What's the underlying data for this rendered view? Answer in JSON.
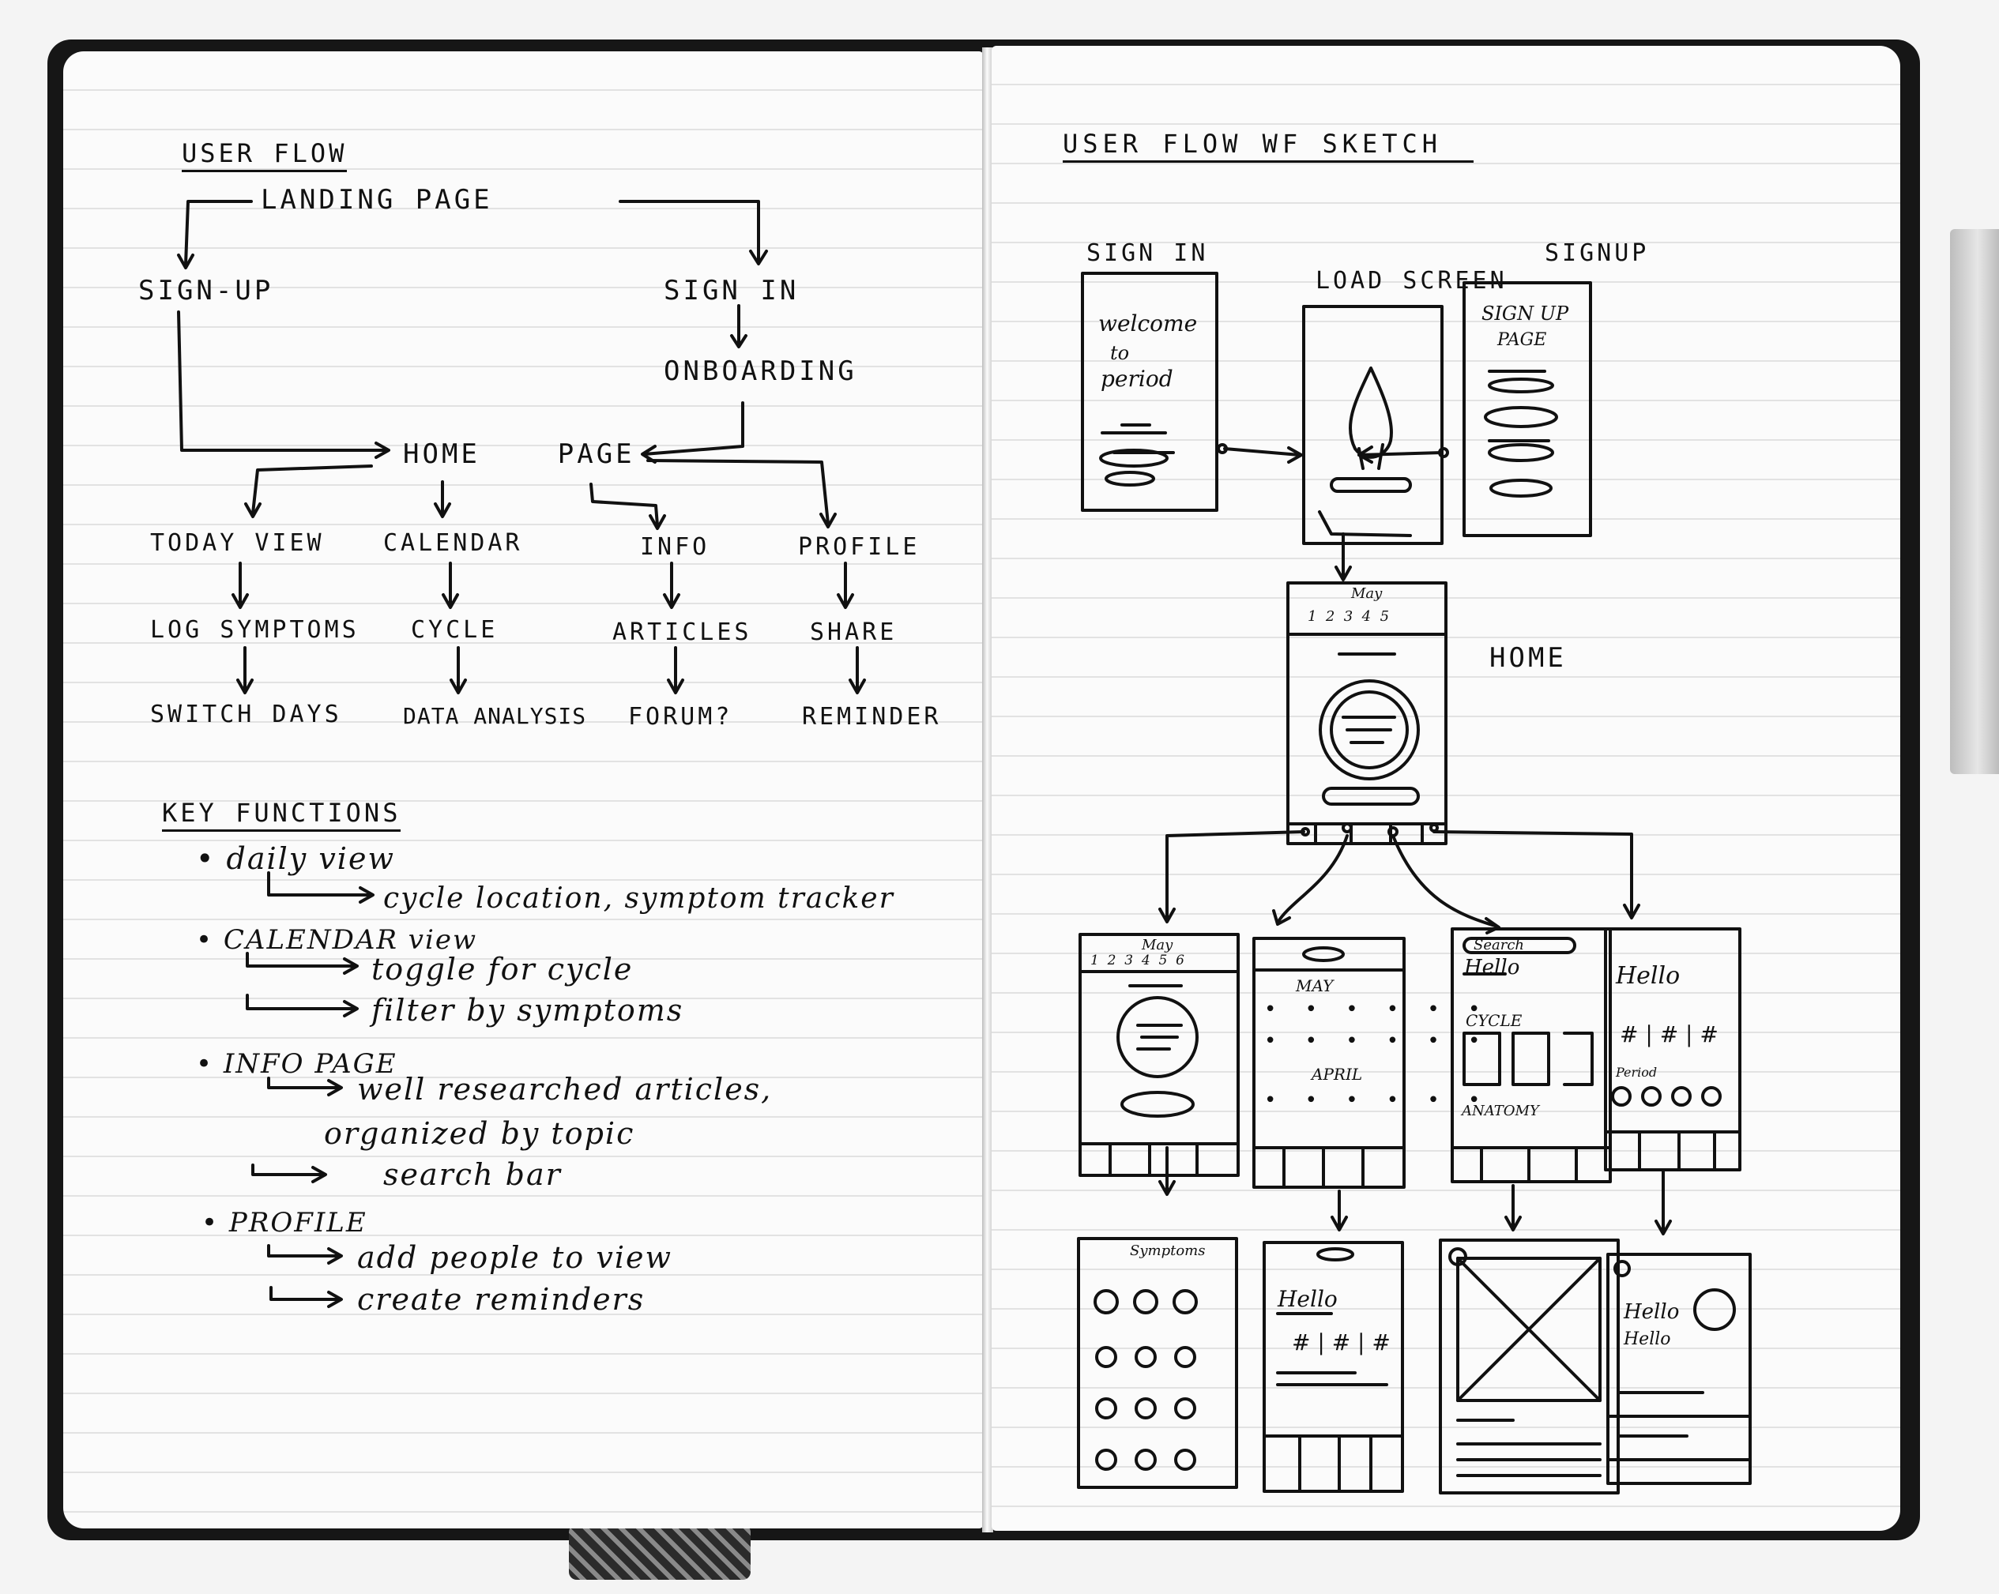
{
  "left_page": {
    "title": "USER FLOW",
    "flow": {
      "landing": "LANDING PAGE",
      "sign_up": "SIGN-UP",
      "sign_in": "SIGN IN",
      "onboarding": "ONBOARDING",
      "home": "HOME    PAGE",
      "branches": [
        {
          "top": "TODAY VIEW",
          "mid": "LOG SYMPTOMS",
          "bottom": "SWITCH DAYS"
        },
        {
          "top": "CALENDAR",
          "mid": "CYCLE",
          "bottom": "DATA ANALYSIS"
        },
        {
          "top": "INFO",
          "mid": "ARTICLES",
          "bottom": "FORUM?"
        },
        {
          "top": "PROFILE",
          "mid": "SHARE",
          "bottom": "REMINDER"
        }
      ]
    },
    "key_functions": {
      "title": "KEY FUNCTIONS",
      "items": [
        {
          "bullet": "daily view",
          "subs": [
            "cycle location, symptom tracker"
          ]
        },
        {
          "bullet": "CALENDAR view",
          "subs": [
            "toggle for cycle",
            "filter by symptoms"
          ]
        },
        {
          "bullet": "INFO PAGE",
          "subs": [
            "well researched articles,",
            "organized by topic",
            "search bar"
          ]
        },
        {
          "bullet": "PROFILE",
          "subs": [
            "add people to view",
            "create reminders"
          ]
        }
      ]
    }
  },
  "right_page": {
    "title": "USER FLOW WF SKETCH",
    "labels": {
      "sign_in": "SIGN IN",
      "load_screen": "LOAD SCREEN",
      "sign_up": "SIGNUP",
      "home": "HOME"
    },
    "sign_in_screen": {
      "line1": "welcome",
      "line2": "to",
      "line3": "period"
    },
    "sign_up_screen": {
      "line1": "SIGN UP",
      "line2": "PAGE"
    },
    "home_screen": {
      "month": "May",
      "days": "1  2  3  4  5"
    },
    "today_screen": {
      "month": "May",
      "days": "1  2  3  4  5  6"
    },
    "calendar_screen": {
      "month1": "MAY",
      "month2": "APRIL"
    },
    "info_screen": {
      "search": "Search",
      "hello": "Hello",
      "cycle": "CYCLE",
      "anatomy": "ANATOMY"
    },
    "profile_screen": {
      "hello": "Hello",
      "hashes": "# | # | #",
      "period": "Period"
    },
    "symptoms_screen": {
      "title": "Symptoms"
    },
    "data_screen": {
      "hello": "Hello",
      "hashes": "# | # | #"
    },
    "profile_detail_screen": {
      "line1": "Hello",
      "line2": "Hello"
    }
  }
}
